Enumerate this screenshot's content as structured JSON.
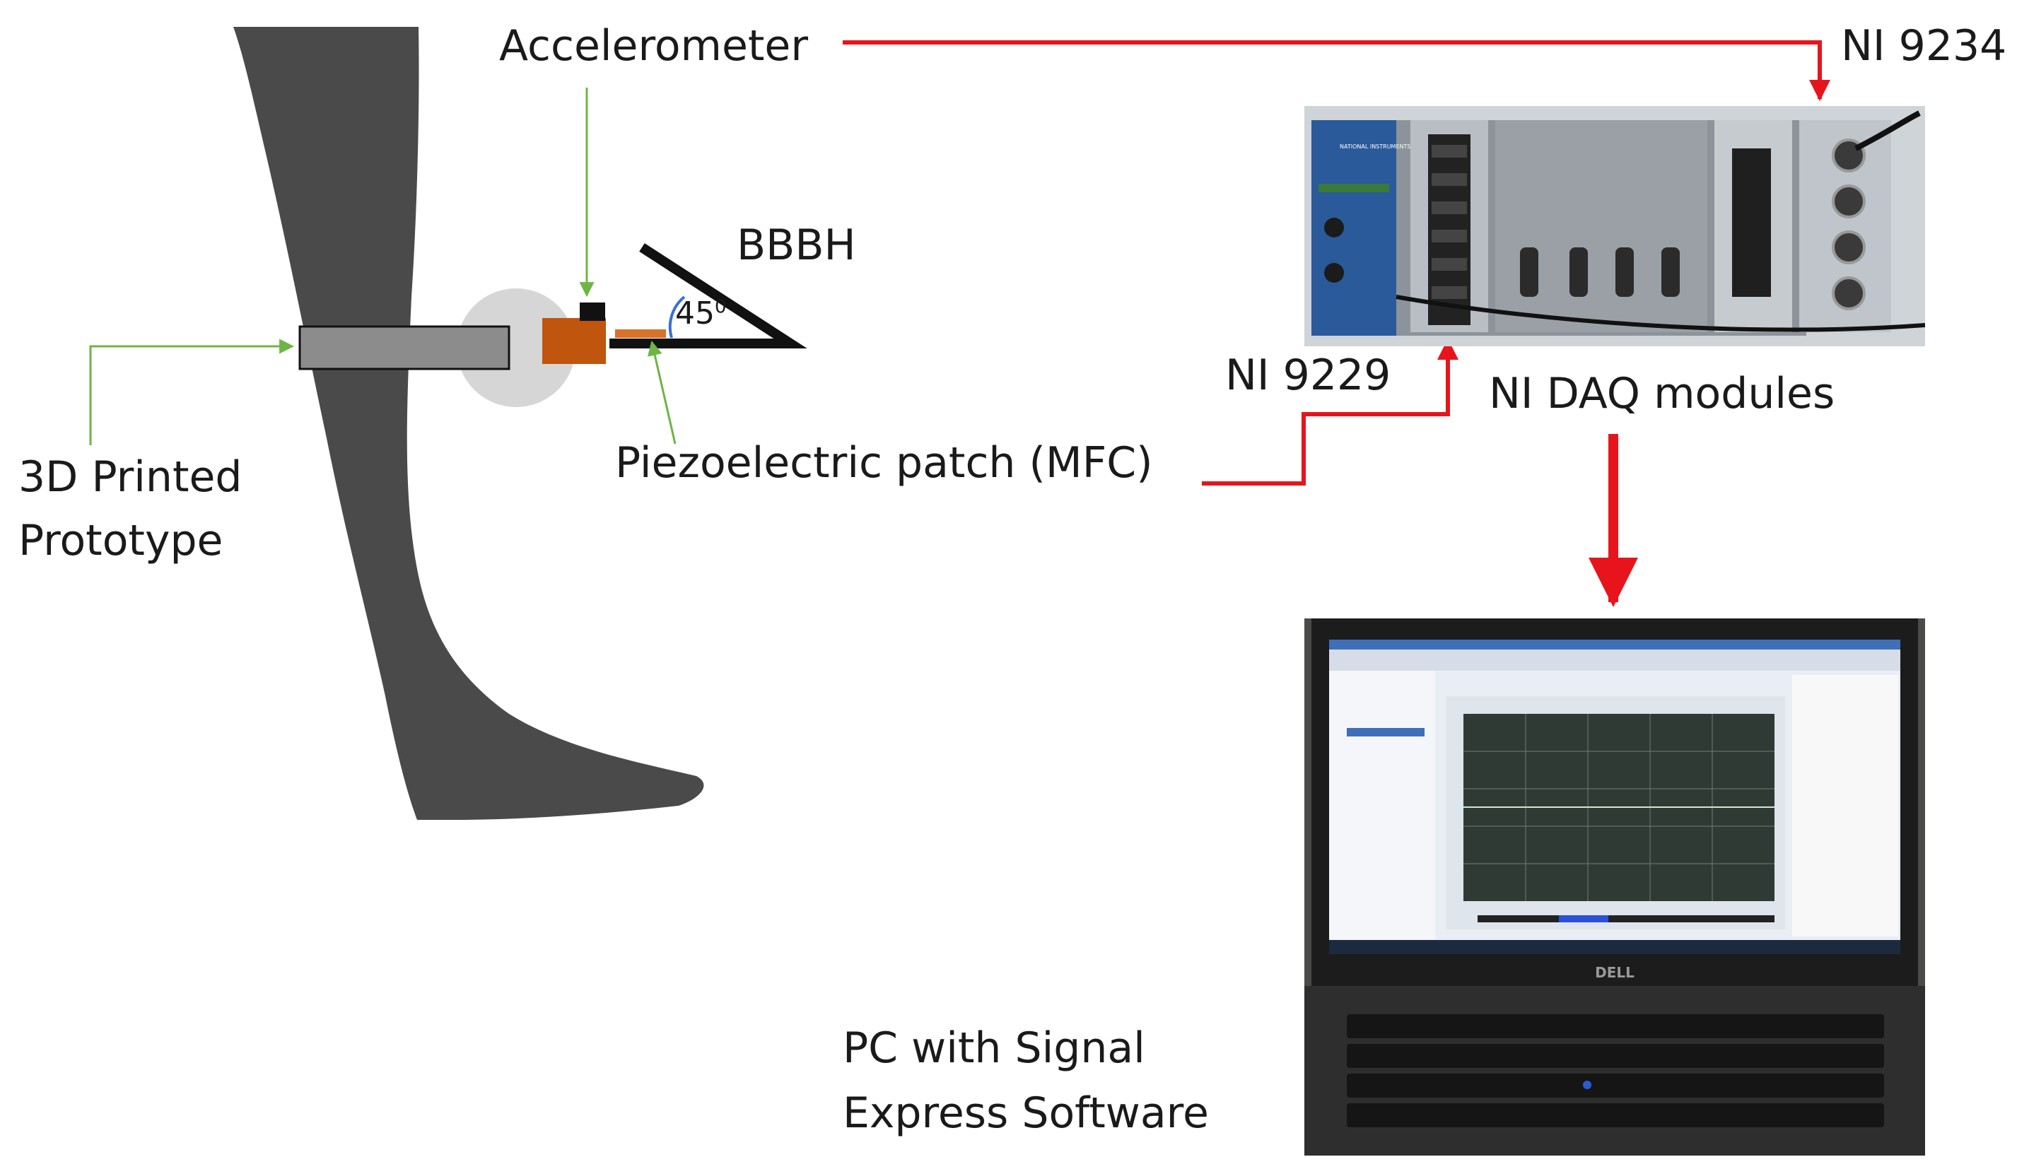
{
  "diagram": {
    "labels": {
      "accelerometer": "Accelerometer",
      "ni9234": "NI 9234",
      "bbbh": "BBBH",
      "angle_value": "45",
      "angle_unit": "0",
      "printed_prototype_line1": "3D Printed",
      "printed_prototype_line2": "Prototype",
      "piezo_patch": "Piezoelectric  patch (MFC)",
      "ni9229": "NI 9229",
      "daq_modules": "NI DAQ modules",
      "pc_line1": "PC with Signal",
      "pc_line2": "Express  Software"
    },
    "photo_text": {
      "ni_brand": "NATIONAL INSTRUMENTS",
      "laptop_brand": "DELL"
    },
    "colors": {
      "red_arrow": "#e8141b",
      "green_pointer": "#6fb444",
      "leg": "#4a4a4a",
      "joint_circle": "#d6d6d6",
      "prototype_bar": "#8c8c8c",
      "accelerometer_body": "#c0550e",
      "piezo_patch": "#d9722a",
      "angle_arc": "#3a6fd6"
    }
  }
}
